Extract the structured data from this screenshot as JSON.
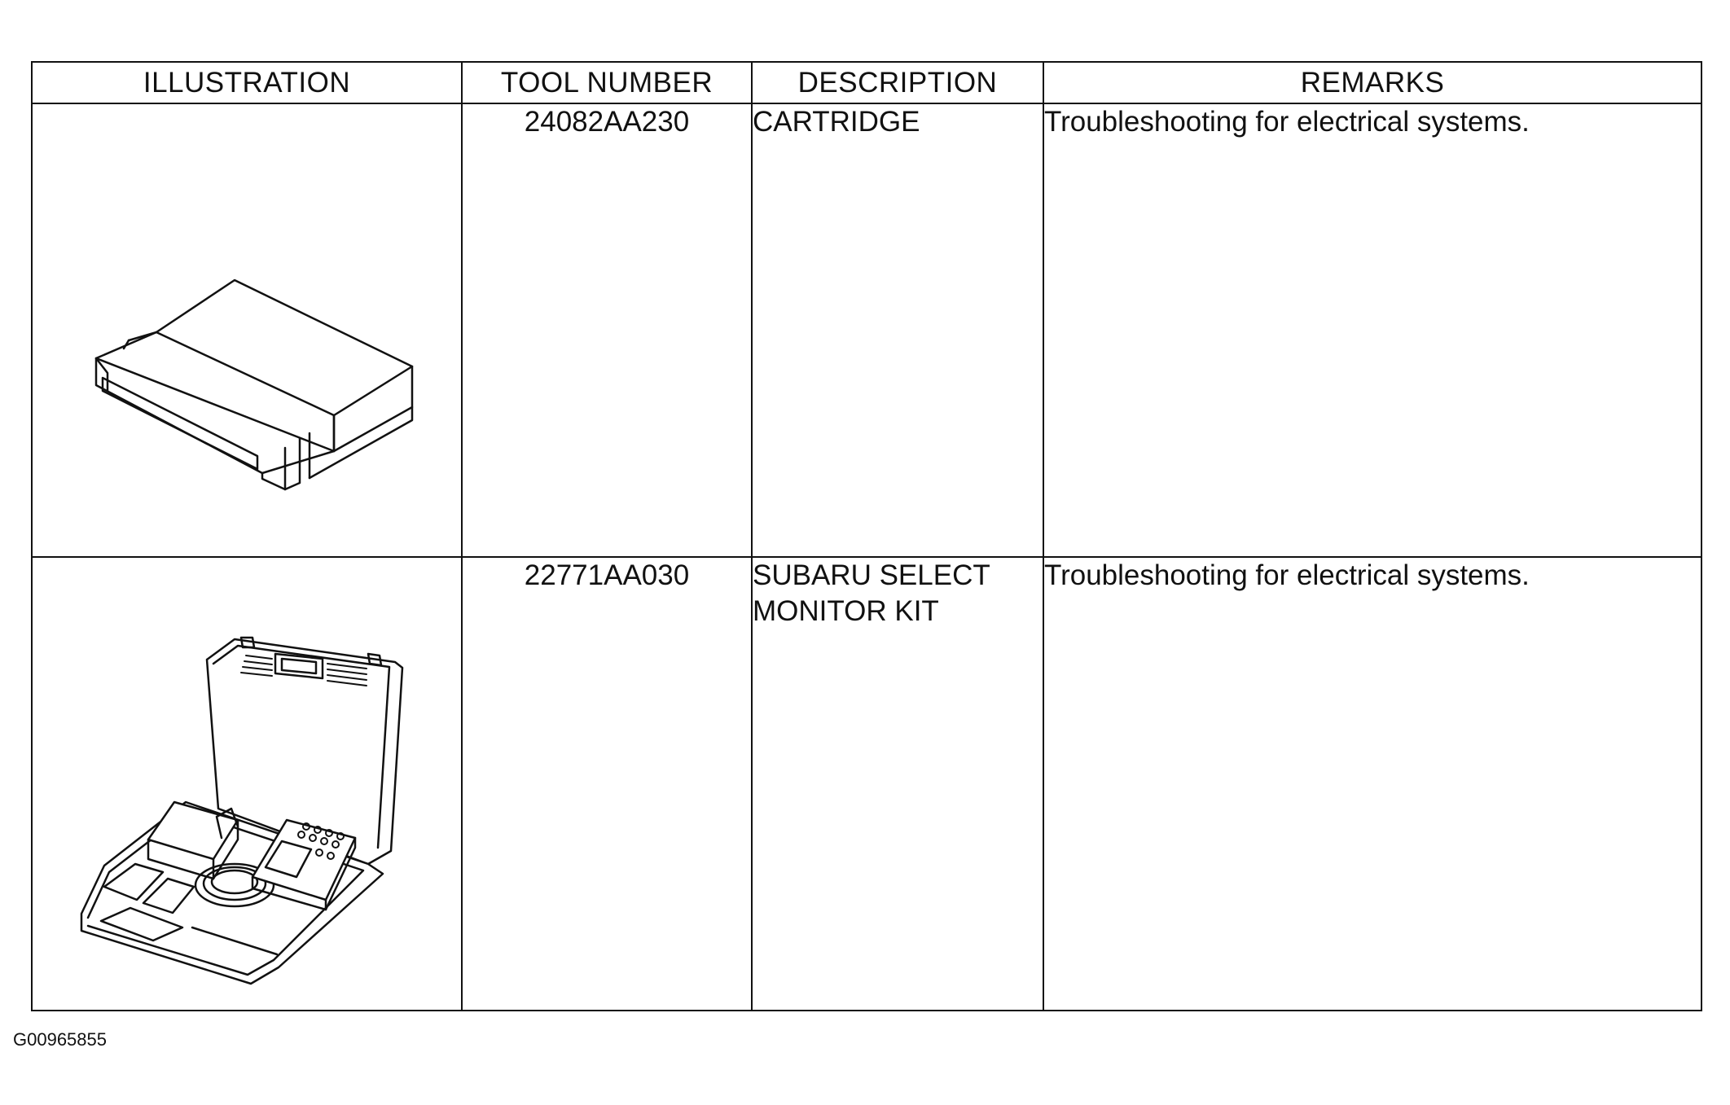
{
  "table": {
    "headers": {
      "illustration": "ILLUSTRATION",
      "tool_number": "TOOL NUMBER",
      "description": "DESCRIPTION",
      "remarks": "REMARKS"
    },
    "rows": [
      {
        "tool_number": "24082AA230",
        "description_lines": [
          "CARTRIDGE"
        ],
        "remarks": "Troubleshooting for electrical systems.",
        "illustration_icon": "cartridge-icon"
      },
      {
        "tool_number": "22771AA030",
        "description_lines": [
          "SUBARU SELECT",
          "MONITOR KIT"
        ],
        "remarks": "Troubleshooting for electrical systems.",
        "illustration_icon": "select-monitor-kit-icon"
      }
    ]
  },
  "footer": {
    "figure_id": "G00965855"
  }
}
